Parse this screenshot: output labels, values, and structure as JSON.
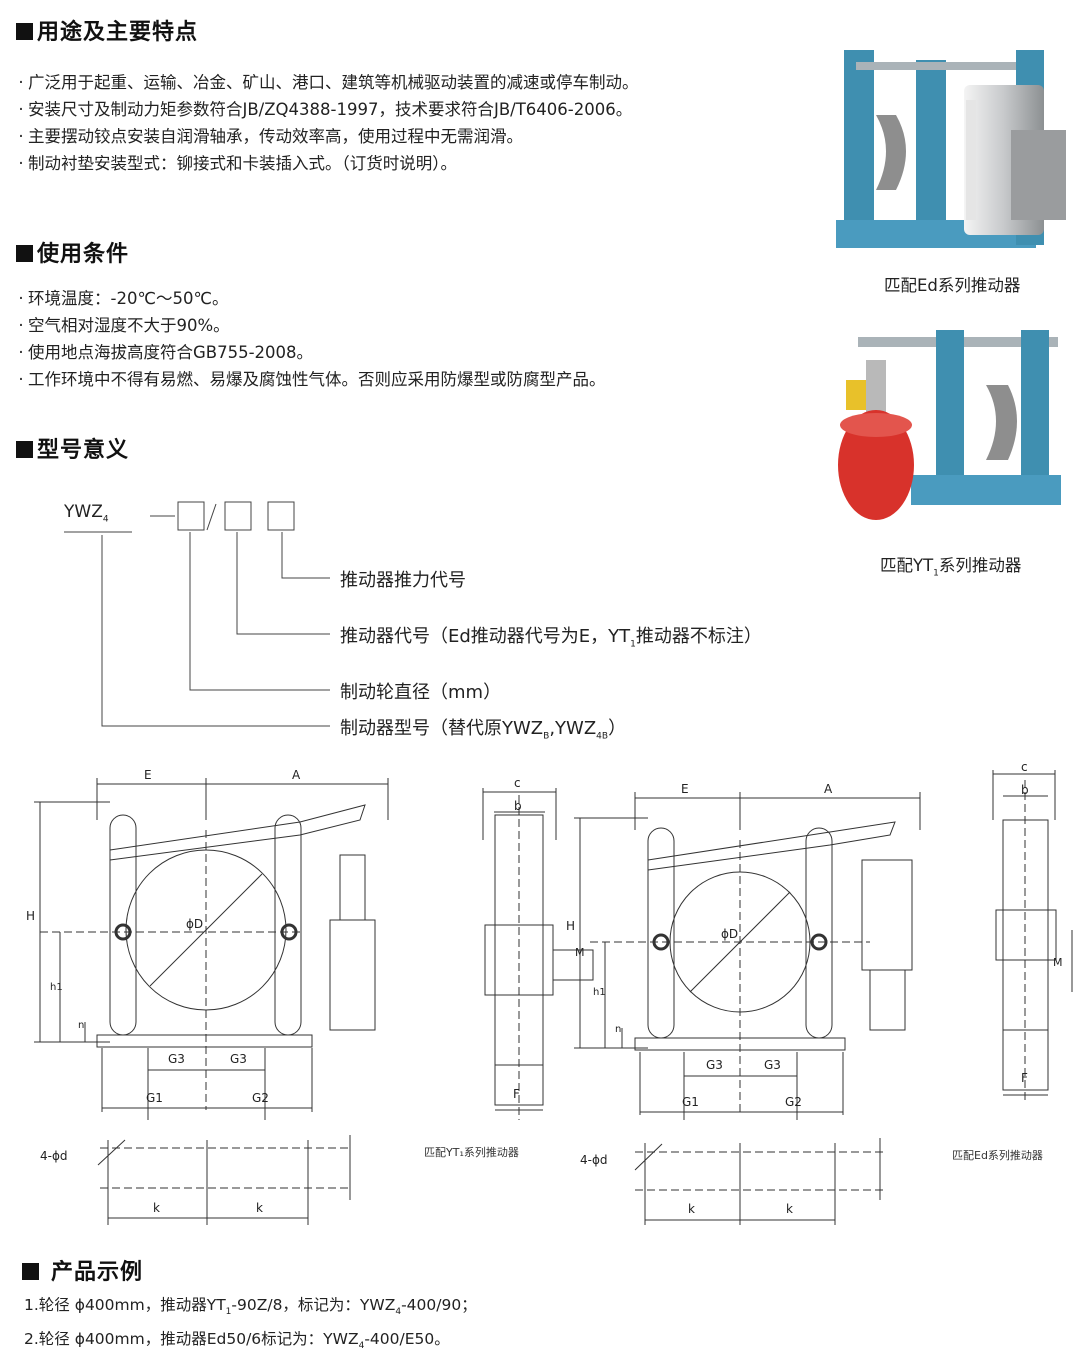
{
  "sections": {
    "features": {
      "title": "用途及主要特点",
      "items": [
        "广泛用于起重、运输、冶金、矿山、港口、建筑等机械驱动装置的减速或停车制动。",
        "安装尺寸及制动力矩参数符合JB/ZQ4388-1997，技术要求符合JB/T6406-2006。",
        "主要摆动铰点安装自润滑轴承，传动效率高，使用过程中无需润滑。",
        "制动衬垫安装型式：铆接式和卡装插入式。（订货时说明）。"
      ]
    },
    "conditions": {
      "title": "使用条件",
      "items": [
        "环境温度：-20℃～50℃。",
        "空气相对湿度不大于90%。",
        "使用地点海拔高度符合GB755-2008。",
        "工作环境中不得有易燃、易爆及腐蚀性气体。否则应采用防爆型或防腐型产品。"
      ]
    },
    "model": {
      "title": "型号意义",
      "code": "YWZ",
      "code_sub": "4",
      "legend": [
        "推动器推力代号",
        "推动器代号（Ed推动器代号为E，YT",
        "制动轮直径（mm）",
        "制动器型号（替代原YWZ"
      ],
      "legend_tail_2_sub": "1",
      "legend_tail_2": "推动器不标注）",
      "legend_tail_4_sub": "B",
      "legend_tail_4_mid": ",YWZ",
      "legend_tail_4_sub2": "4B",
      "legend_tail_4_end": "）"
    },
    "examples": {
      "title": "产品示例",
      "line1_a": "1.轮径 ϕ400mm，推动器YT",
      "line1_sub": "1",
      "line1_b": "-90Z/8，标记为：YWZ",
      "line1_sub2": "4",
      "line1_c": "-400/90；",
      "line2_a": "2.轮径 ϕ400mm，推动器Ed50/6标记为：YWZ",
      "line2_sub": "4",
      "line2_c": "-400/E50。"
    }
  },
  "photos": {
    "photo1_caption": "匹配Ed系列推动器",
    "photo2_caption_a": "匹配YT",
    "photo2_caption_sub": "1",
    "photo2_caption_b": "系列推动器"
  },
  "drawings": {
    "left_caption": "匹配YT₁系列推动器",
    "right_caption": "匹配Ed系列推动器",
    "labels": {
      "E": "E",
      "A": "A",
      "H": "H",
      "h1": "h1",
      "n": "n",
      "D": "ϕD",
      "G1": "G1",
      "G2": "G2",
      "G3": "G3",
      "b": "b",
      "c": "c",
      "F": "F",
      "M": "M",
      "k": "k",
      "hole": "4-ϕd"
    }
  },
  "colors": {
    "frame_blue": "#3f8fb0",
    "shoe_gray": "#9aa0a4",
    "thruster_red": "#d8322b"
  }
}
